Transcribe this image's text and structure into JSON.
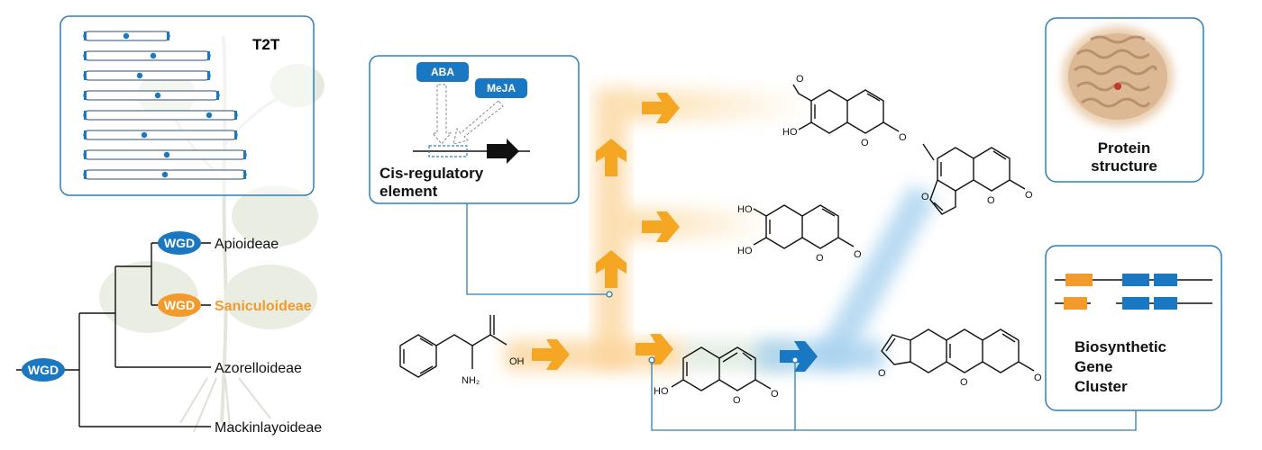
{
  "genome_panel": {
    "title": "T2T"
  },
  "phylogeny": {
    "root_wgd": "WGD",
    "wgd_apioideae": "WGD",
    "wgd_saniculoideae": "WGD",
    "taxa": [
      "Apioideae",
      "Saniculoideae",
      "Azorelloideae",
      "Mackinlayoideae"
    ],
    "highlight_color": "#f39a2c"
  },
  "cre_panel": {
    "title_line1": "Cis-regulatory",
    "title_line2": "element",
    "hormone_1": "ABA",
    "hormone_2": "MeJA"
  },
  "protein_panel": {
    "line1": "Protein",
    "line2": "structure"
  },
  "bgc_panel": {
    "line1": "Biosynthetic",
    "line2": "Gene",
    "line3": "Cluster"
  },
  "chem_labels": {
    "oh": "OH",
    "nh2": "NH₂",
    "ho": "HO",
    "o": "O"
  },
  "colors": {
    "blue": "#1a78c2",
    "orange": "#f5a623",
    "panel_border": "#2d7fb8"
  }
}
